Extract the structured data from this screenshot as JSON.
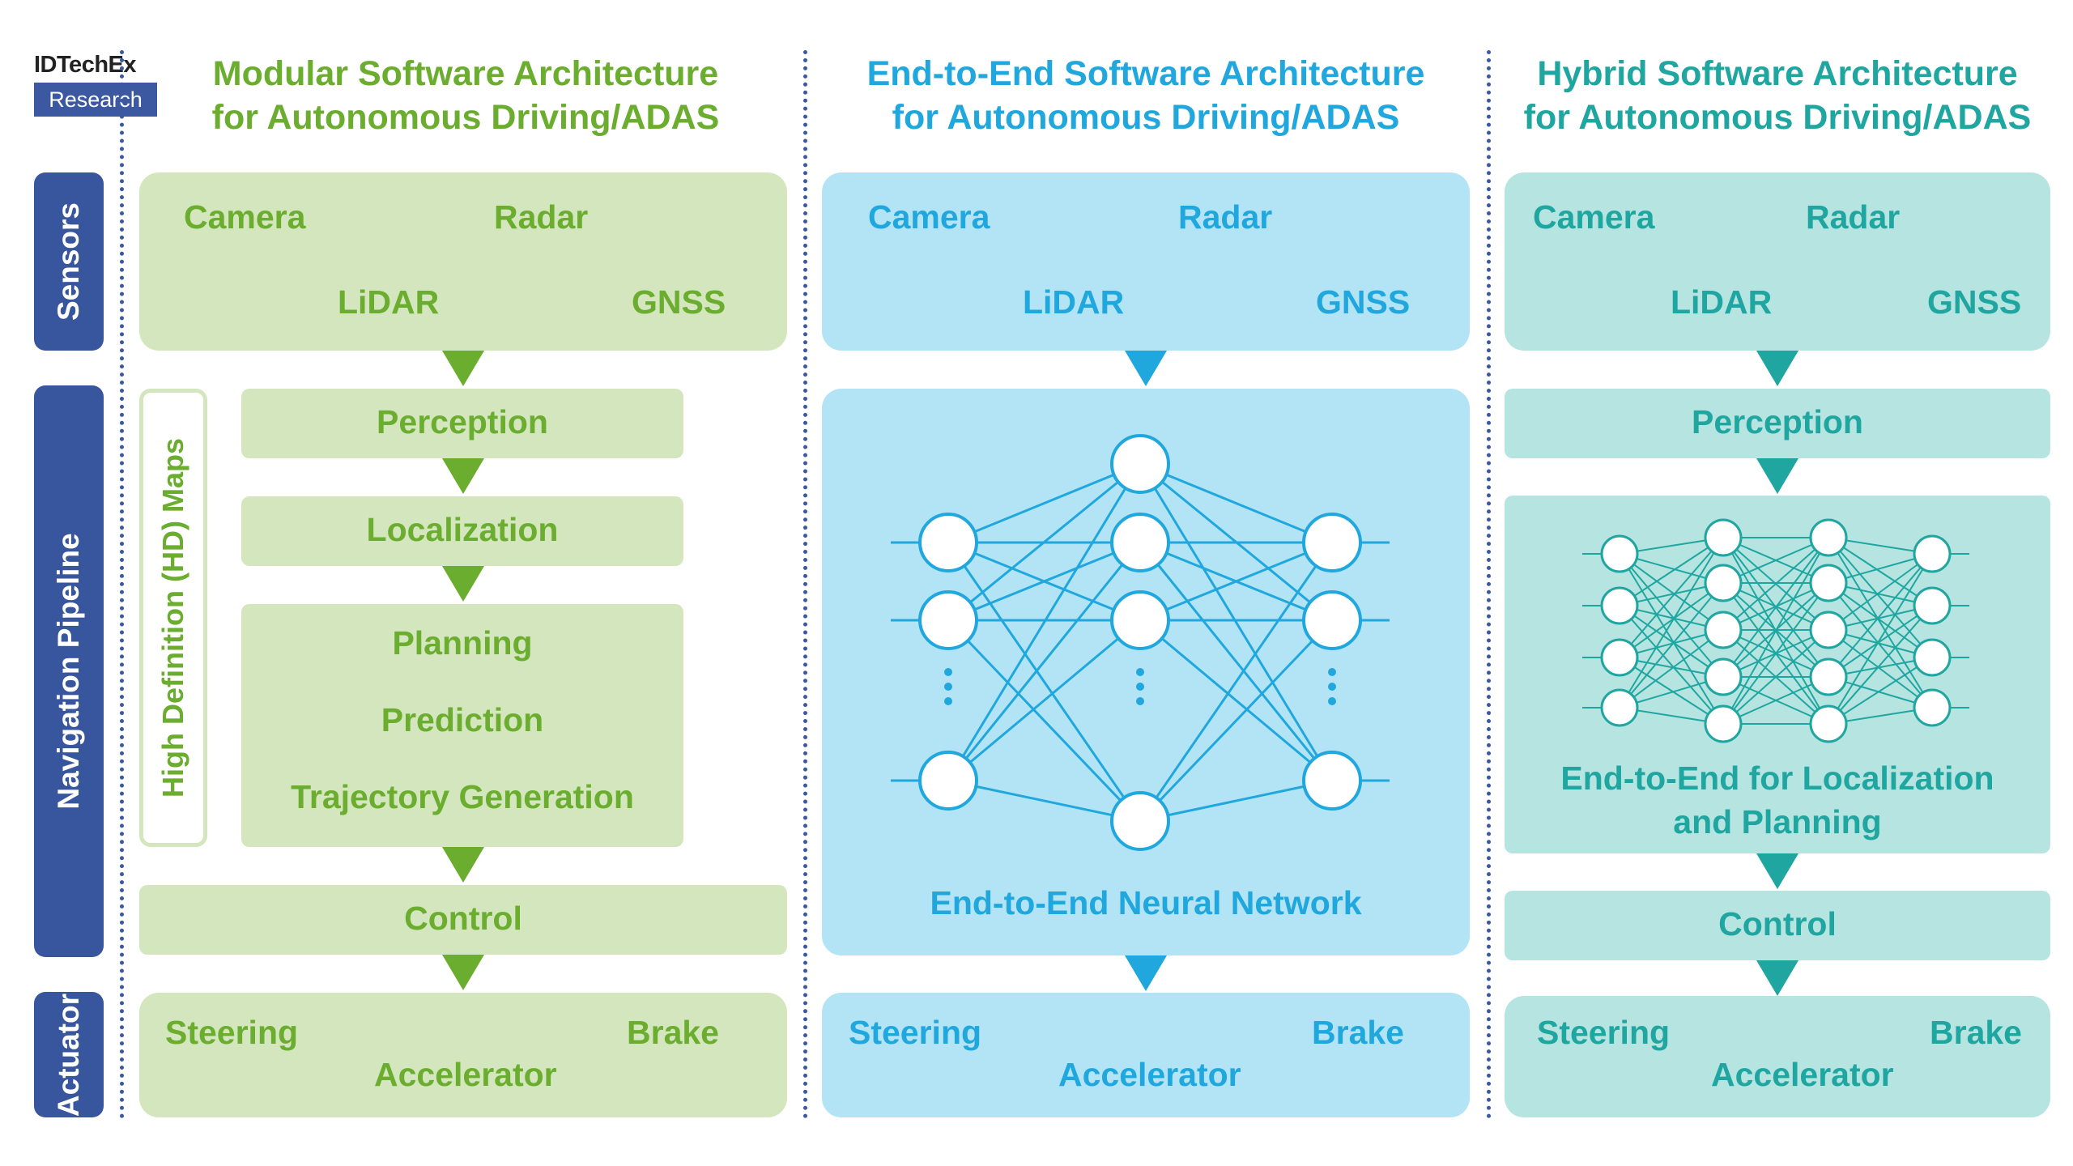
{
  "logo": {
    "top": "IDTechEx",
    "bottom": "Research"
  },
  "side_labels": {
    "sensors": "Sensors",
    "pipeline": "Navigation Pipeline",
    "actuator": "Actuator"
  },
  "modular": {
    "title1": "Modular Software Architecture",
    "title2": "for Autonomous Driving/ADAS",
    "sensors": {
      "camera": "Camera",
      "radar": "Radar",
      "lidar": "LiDAR",
      "gnss": "GNSS"
    },
    "hd_maps": "High Definition (HD) Maps",
    "perception": "Perception",
    "localization": "Localization",
    "planning": "Planning",
    "prediction": "Prediction",
    "trajectory": "Trajectory Generation",
    "control": "Control",
    "actuators": {
      "steering": "Steering",
      "brake": "Brake",
      "accelerator": "Accelerator"
    }
  },
  "e2e": {
    "title1": "End-to-End Software Architecture",
    "title2": "for Autonomous Driving/ADAS",
    "sensors": {
      "camera": "Camera",
      "radar": "Radar",
      "lidar": "LiDAR",
      "gnss": "GNSS"
    },
    "network_label": "End-to-End Neural Network",
    "actuators": {
      "steering": "Steering",
      "brake": "Brake",
      "accelerator": "Accelerator"
    }
  },
  "hybrid": {
    "title1": "Hybrid Software Architecture",
    "title2": "for Autonomous Driving/ADAS",
    "sensors": {
      "camera": "Camera",
      "radar": "Radar",
      "lidar": "LiDAR",
      "gnss": "GNSS"
    },
    "perception": "Perception",
    "e2e_label1": "End-to-End for Localization",
    "e2e_label2": "and Planning",
    "control": "Control",
    "actuators": {
      "steering": "Steering",
      "brake": "Brake",
      "accelerator": "Accelerator"
    }
  },
  "colors": {
    "green": "#6bad2e",
    "green_bg": "#d3e6bd",
    "blue": "#20a7dd",
    "blue_bg": "#b2e4f6",
    "teal": "#1fa6a0",
    "teal_bg": "#b5e4e1",
    "navy": "#37569d"
  }
}
